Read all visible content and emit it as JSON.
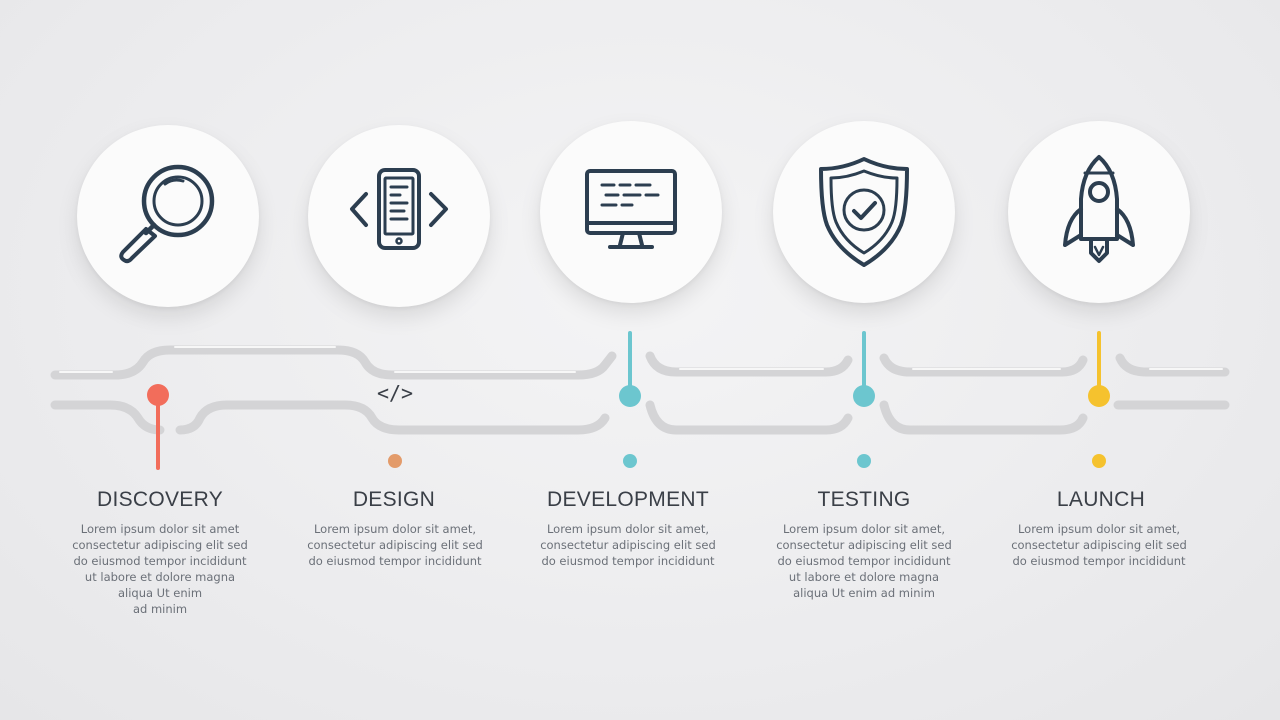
{
  "colors": {
    "icon_stroke": "#2c3e50",
    "track": "#cfcfd1",
    "discovery": "#f26d5b",
    "design": "#e39b6a",
    "development": "#6cc6cf",
    "testing": "#6cc6cf",
    "launch": "#f5c22e"
  },
  "stages": [
    {
      "title": "DISCOVERY",
      "icon": "magnifier-icon",
      "desc": [
        "Lorem ipsum dolor sit amet",
        "consectetur adipiscing elit sed",
        "do eiusmod tempor incididunt",
        "ut labore et dolore magna",
        "aliqua Ut enim",
        "ad minim"
      ]
    },
    {
      "title": "DESIGN",
      "icon": "tablet-code-icon",
      "track_label": "</>",
      "desc": [
        "Lorem ipsum dolor sit amet,",
        "consectetur adipiscing elit sed",
        "do eiusmod tempor incididunt"
      ]
    },
    {
      "title": "DEVELOPMENT",
      "icon": "monitor-icon",
      "desc": [
        "Lorem ipsum dolor sit amet,",
        "consectetur adipiscing elit sed",
        "do eiusmod tempor incididunt"
      ]
    },
    {
      "title": "TESTING",
      "icon": "shield-check-icon",
      "desc": [
        "Lorem ipsum dolor sit amet,",
        "consectetur adipiscing elit sed",
        "do eiusmod tempor incididunt",
        "ut labore et dolore magna",
        "aliqua Ut enim ad minim"
      ]
    },
    {
      "title": "LAUNCH",
      "icon": "rocket-icon",
      "desc": [
        "Lorem ipsum dolor sit amet,",
        "consectetur adipiscing elit sed",
        "do eiusmod tempor incididunt"
      ]
    }
  ]
}
